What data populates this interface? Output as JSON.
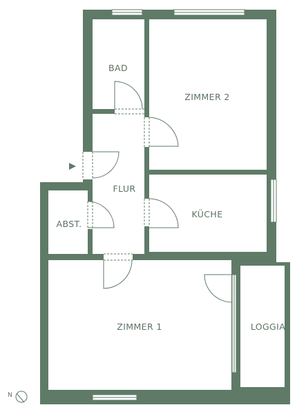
{
  "floor_plan": {
    "colors": {
      "wall": "#5f7b68",
      "floor": "#ffffff",
      "door_swing": "#5f7b68",
      "label": "#5d7363"
    },
    "rooms": {
      "bad": "BAD",
      "zimmer2": "ZIMMER 2",
      "flur": "FLUR",
      "kueche": "KÜCHE",
      "abst": "ABST.",
      "zimmer1": "ZIMMER 1",
      "loggia": "LOGGIA"
    },
    "compass": {
      "label": "N"
    },
    "icons": {
      "entrance": "entrance-arrow-icon",
      "compass": "north-compass-icon"
    }
  }
}
